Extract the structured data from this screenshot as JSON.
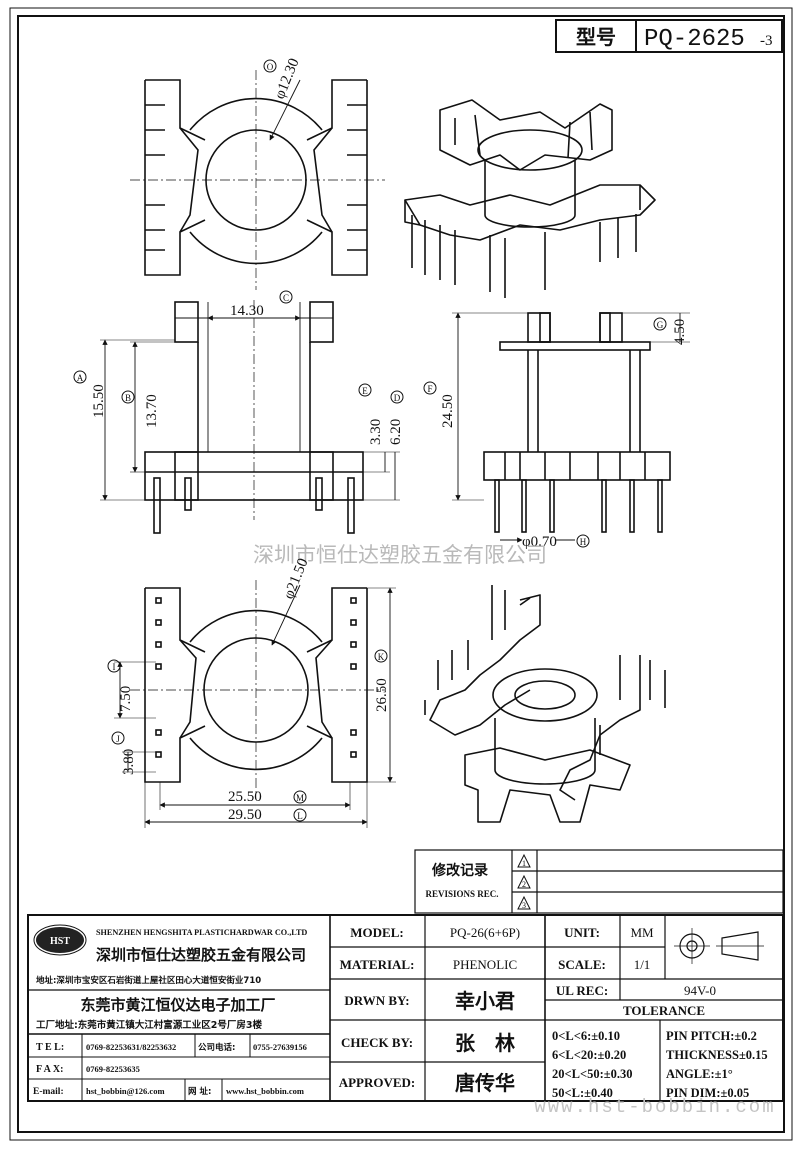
{
  "header": {
    "label": "型号",
    "model_code": "PQ-2625",
    "model_suffix": "-3"
  },
  "dimensions": {
    "top_dia": "φ12.30",
    "c": "14.30",
    "a": "15.50",
    "b": "13.70",
    "e": "3.30",
    "d": "6.20",
    "f": "24.50",
    "g": "4.50",
    "h": "φ0.70",
    "k_dia": "φ21.50",
    "i": "7.50",
    "j": "3.80",
    "k": "26.50",
    "m": "25.50",
    "l": "29.50"
  },
  "callouts": {
    "o": "O",
    "c": "C",
    "a": "A",
    "b": "B",
    "e": "E",
    "d": "D",
    "f": "F",
    "g": "G",
    "h": "H",
    "k": "K",
    "i": "I",
    "j": "J",
    "m": "M",
    "l": "L"
  },
  "watermark": {
    "center": "深圳市恒仕达塑胶五金有限公司",
    "bottom": "www.hst-bobbin.com"
  },
  "revisions": {
    "title_cn": "修改记录",
    "title_en": "REVISIONS REC.",
    "rows": [
      "1",
      "2",
      "3"
    ]
  },
  "company": {
    "logo": "HST",
    "name_en": "SHENZHEN HENGSHITA PLASTICHARDWAR CO.,LTD",
    "name_cn": "深圳市恒仕达塑胶五金有限公司",
    "address_cn": "地址:深圳市宝安区石岩街道上屋社区田心大道恒安街业710",
    "factory_cn": "东莞市黄江恒仪达电子加工厂",
    "factory_address": "工厂地址:东莞市黄江镇大江村富源工业区2号厂房3楼",
    "tel_label": "T E L:",
    "tel": "0769-82253631/82253632",
    "company_tel_label": "公司电话:",
    "company_tel": "0755-27639156",
    "fax_label": "F A X:",
    "fax": "0769-82253635",
    "email_label": "E-mail:",
    "email": "hst_bobbin@126.com",
    "web_label": "网 址:",
    "web": "www.hst_bobbin.com"
  },
  "title_block": {
    "model_label": "MODEL:",
    "model": "PQ-26(6+6P)",
    "material_label": "MATERIAL:",
    "material": "PHENOLIC",
    "drawn_label": "DRWN BY:",
    "drawn": "幸小君",
    "check_label": "CHECK BY:",
    "check": "张　林",
    "approved_label": "APPROVED:",
    "approved": "唐传华",
    "unit_label": "UNIT:",
    "unit": "MM",
    "scale_label": "SCALE:",
    "scale": "1/1",
    "ul_label": "UL REC:",
    "ul": "94V-0",
    "tolerance_label": "TOLERANCE",
    "tol1": "0<L<6:±0.10",
    "tol2": "6<L<20:±0.20",
    "tol3": "20<L<50:±0.30",
    "tol4": "50<L:±0.40",
    "pitch": "PIN PITCH:±0.2",
    "thickness": "THICKNESS±0.15",
    "angle": "ANGLE:±1°",
    "pin_dim": "PIN DIM:±0.05"
  }
}
